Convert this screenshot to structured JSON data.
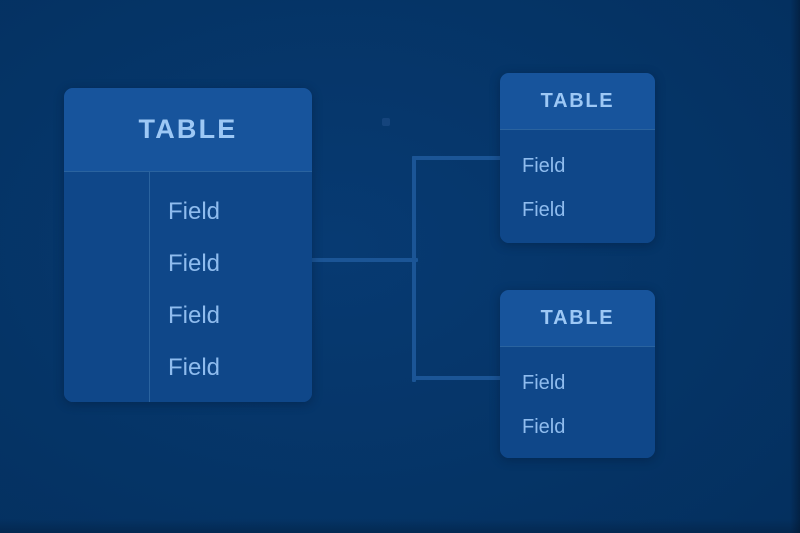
{
  "diagram": {
    "title": "Database schema relationship diagram",
    "background_color": "#043061",
    "accent_color": "#17549c",
    "line_color": "#1b5596",
    "text_color": "#8fbcee",
    "header_text_color": "#9dc8f5"
  },
  "tables": [
    {
      "id": "table-left",
      "header": "TABLE",
      "fields": [
        "Field",
        "Field",
        "Field",
        "Field"
      ]
    },
    {
      "id": "table-top-right",
      "header": "TABLE",
      "fields": [
        "Field",
        "Field"
      ]
    },
    {
      "id": "table-bottom-right",
      "header": "TABLE",
      "fields": [
        "Field",
        "Field"
      ]
    }
  ]
}
